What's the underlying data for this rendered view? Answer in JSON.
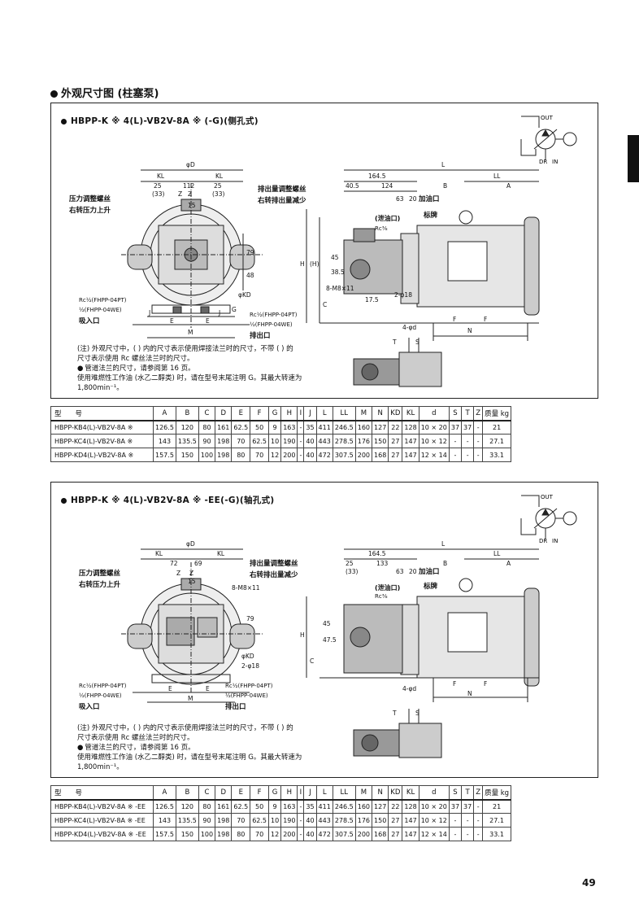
{
  "section_title": "外观尺寸图  (柱塞泵)",
  "panels": [
    {
      "heading": "HBPP-K ※ 4(L)-VB2V-8A ※ (-G)(侧孔式)",
      "symbol": {
        "out": "OUT",
        "in": "IN",
        "dr": "DR"
      },
      "labels": {
        "phiD": "φD",
        "kl_left": "KL",
        "kl_right": "KL",
        "d25a": "25",
        "d112": "112",
        "d25b": "25",
        "d33a": "(33)",
        "d33b": "(33)",
        "zl": "Z",
        "zr": "Z",
        "d15": "15",
        "pressure_screw": "压力调整螺丝",
        "pressure_up": "右转压力上升",
        "flow_screw": "排出量调整螺丝",
        "flow_down": "右转排出量减少",
        "rc_in": "Rc½(FHPP-04PT)",
        "half_in": "½(FHPP-04WE)",
        "suction": "吸入口",
        "rc_out": "Rc½(FHPP-04PT)",
        "half_out": "½(FHPP-04WE)",
        "discharge": "排出口",
        "phiKD": "φKD",
        "j_l": "J",
        "j_r": "J",
        "e_l": "E",
        "e_r": "E",
        "m": "M",
        "g": "G",
        "d79": "79",
        "d48": "48",
        "L": "L",
        "d164": "164.5",
        "LL": "LL",
        "d40": "40.5",
        "d124": "124",
        "d63": "63",
        "d20": "20",
        "B": "B",
        "A": "A",
        "refuel": "加油口",
        "drain": "(泄油口)",
        "drain_rc": "Rc⅜",
        "nameplate": "标牌",
        "H": "H",
        "Hp": "(H)",
        "d45": "45",
        "d38": "38.5",
        "C": "C",
        "m8": "8-M8×11",
        "d17": "17.5",
        "phi18": "2-φ18",
        "foot_hole": "4-φd",
        "F1": "F",
        "F2": "F",
        "N": "N",
        "T": "T",
        "S": "S"
      },
      "notes": [
        "(注) 外观尺寸中，(   ) 内的尺寸表示使用焊接法兰时的尺寸，不带 (   ) 的",
        "       尺寸表示使用 Rc 螺丝法兰时的尺寸。",
        "管道法兰的尺寸，请参阅第 16 页。",
        "  使用难燃性工作油 (水乙二醇类) 时，请在型号末尾注明 G。其最大转速为",
        "  1,800min⁻¹。"
      ]
    },
    {
      "heading": "HBPP-K ※ 4(L)-VB2V-8A ※ -EE(-G)(轴孔式)",
      "symbol": {
        "out": "OUT",
        "in": "IN",
        "dr": "DR"
      },
      "labels": {
        "phiD": "φD",
        "kl_left": "KL",
        "kl_right": "KL",
        "d72": "72",
        "d69": "69",
        "zl": "Z",
        "zr": "Z",
        "d15": "15",
        "pressure_screw": "压力调整螺丝",
        "pressure_up": "右转压力上升",
        "flow_screw": "排出量调整螺丝",
        "flow_down": "右转排出量减少",
        "m8": "8-M8×11",
        "rc_in": "Rc½(FHPP-04PT)",
        "half_in": "½(FHPP-04WE)",
        "suction": "吸入口",
        "rc_out": "Rc½(FHPP-04PT)",
        "half_out": "½(FHPP-04WE)",
        "discharge": "排出口",
        "phiKD": "φKD",
        "phi18": "2-φ18",
        "e_l": "E",
        "e_r": "E",
        "m": "M",
        "d79": "79",
        "L": "L",
        "d164": "164.5",
        "LL": "LL",
        "d25": "25",
        "d133": "133",
        "d33": "(33)",
        "d63": "63",
        "d20": "20",
        "B": "B",
        "A": "A",
        "refuel": "加油口",
        "drain": "(泄油口)",
        "drain_rc": "Rc⅜",
        "nameplate": "标牌",
        "H": "H",
        "d45": "45",
        "d47": "47.5",
        "C": "C",
        "foot_hole": "4-φd",
        "F1": "F",
        "F2": "F",
        "N": "N",
        "T": "T",
        "S": "S"
      },
      "notes": [
        "(注) 外观尺寸中，(   ) 内的尺寸表示使用焊接法兰时的尺寸，不带 (   ) 的",
        "       尺寸表示使用 Rc 螺丝法兰时的尺寸。",
        "管道法兰的尺寸，请参阅第 16 页。",
        "  使用难燃性工作油 (水乙二醇类) 时，请在型号末尾注明 G。其最大转速为",
        "  1,800min⁻¹。"
      ]
    }
  ],
  "tables": [
    {
      "headers": [
        "型　　号",
        "A",
        "B",
        "C",
        "D",
        "E",
        "F",
        "G",
        "H",
        "I",
        "J",
        "L",
        "LL",
        "M",
        "N",
        "KD",
        "KL",
        "d",
        "S",
        "T",
        "Z",
        "质量 kg"
      ],
      "rows": [
        [
          "HBPP-KB4(L)-VB2V-8A ※",
          "126.5",
          "120",
          "80",
          "161",
          "62.5",
          "50",
          "9",
          "163",
          "-",
          "35",
          "411",
          "246.5",
          "160",
          "127",
          "22",
          "128",
          "10 × 20",
          "37",
          "37",
          "-",
          "21"
        ],
        [
          "HBPP-KC4(L)-VB2V-8A ※",
          "143",
          "135.5",
          "90",
          "198",
          "70",
          "62.5",
          "10",
          "190",
          "-",
          "40",
          "443",
          "278.5",
          "176",
          "150",
          "27",
          "147",
          "10 × 12",
          "-",
          "-",
          "-",
          "27.1"
        ],
        [
          "HBPP-KD4(L)-VB2V-8A ※",
          "157.5",
          "150",
          "100",
          "198",
          "80",
          "70",
          "12",
          "200",
          "-",
          "40",
          "472",
          "307.5",
          "200",
          "168",
          "27",
          "147",
          "12 × 14",
          "-",
          "-",
          "-",
          "33.1"
        ]
      ]
    },
    {
      "headers": [
        "型　　号",
        "A",
        "B",
        "C",
        "D",
        "E",
        "F",
        "G",
        "H",
        "I",
        "J",
        "L",
        "LL",
        "M",
        "N",
        "KD",
        "KL",
        "d",
        "S",
        "T",
        "Z",
        "质量 kg"
      ],
      "rows": [
        [
          "HBPP-KB4(L)-VB2V-8A ※ -EE",
          "126.5",
          "120",
          "80",
          "161",
          "62.5",
          "50",
          "9",
          "163",
          "-",
          "35",
          "411",
          "246.5",
          "160",
          "127",
          "22",
          "128",
          "10 × 20",
          "37",
          "37",
          "-",
          "21"
        ],
        [
          "HBPP-KC4(L)-VB2V-8A ※ -EE",
          "143",
          "135.5",
          "90",
          "198",
          "70",
          "62.5",
          "10",
          "190",
          "-",
          "40",
          "443",
          "278.5",
          "176",
          "150",
          "27",
          "147",
          "10 × 12",
          "-",
          "-",
          "-",
          "27.1"
        ],
        [
          "HBPP-KD4(L)-VB2V-8A ※ -EE",
          "157.5",
          "150",
          "100",
          "198",
          "80",
          "70",
          "12",
          "200",
          "-",
          "40",
          "472",
          "307.5",
          "200",
          "168",
          "27",
          "147",
          "12 × 14",
          "-",
          "-",
          "-",
          "33.1"
        ]
      ]
    }
  ],
  "page_number": "49"
}
